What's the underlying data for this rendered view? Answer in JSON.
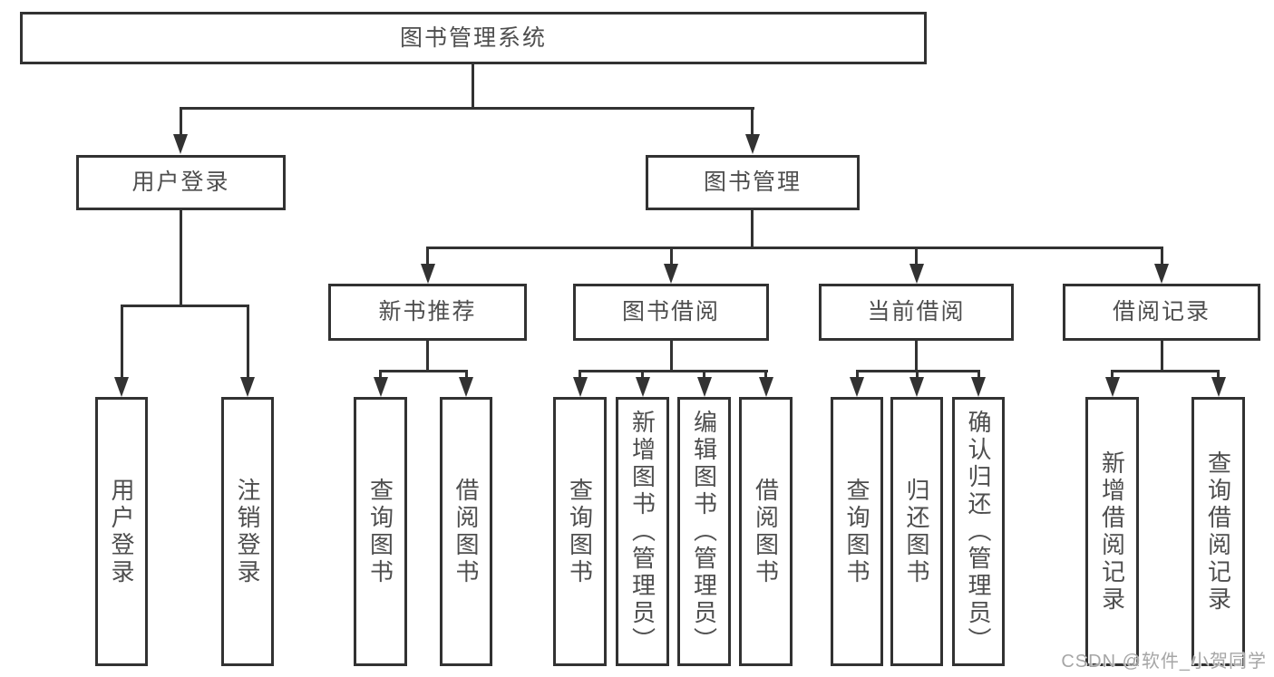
{
  "colors": {
    "line": "#323232",
    "box_border": "#323232",
    "node_text": "#4e4e4e",
    "watermark_text": "#a6a6a6",
    "background": "#ffffff"
  },
  "watermark": {
    "text": "CSDN @软件_小贺同学"
  },
  "tree": {
    "root": {
      "label": "图书管理系统"
    },
    "branches": [
      {
        "label": "用户登录",
        "leaves": [
          "用户登录",
          "注销登录"
        ]
      },
      {
        "label": "图书管理",
        "children": [
          {
            "label": "新书推荐",
            "leaves": [
              "查询图书",
              "借阅图书"
            ]
          },
          {
            "label": "图书借阅",
            "leaves": [
              "查询图书",
              "新增图书（管理员）",
              "编辑图书（管理员）",
              "借阅图书"
            ]
          },
          {
            "label": "当前借阅",
            "leaves": [
              "查询图书",
              "归还图书",
              "确认归还（管理员）"
            ]
          },
          {
            "label": "借阅记录",
            "leaves": [
              "新增借阅记录",
              "查询借阅记录"
            ]
          }
        ]
      }
    ]
  }
}
